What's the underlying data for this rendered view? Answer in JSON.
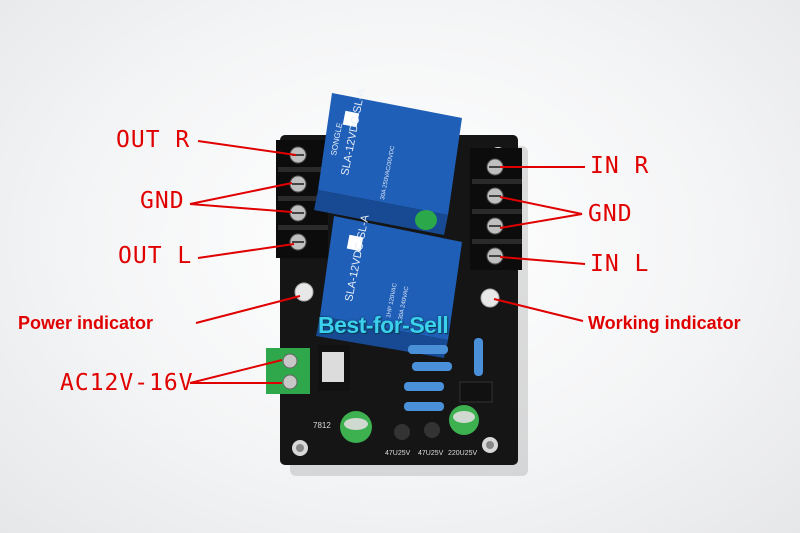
{
  "labels": {
    "out_r": "OUT R",
    "gnd_left": "GND",
    "out_l": "OUT L",
    "power_indicator": "Power indicator",
    "ac_input": "AC12V-16V",
    "in_r": "IN R",
    "gnd_right": "GND",
    "in_l": "IN L",
    "working_indicator": "Working indicator"
  },
  "watermark": "Best-for-Sell",
  "board_text": {
    "relay_brand": "SONGLE",
    "relay_model": "SLA-12VDC-SL-A",
    "relay_rating_1": "30A 250VAC/30VDC",
    "relay_rating_2": "1HP 120VAC",
    "relay_rating_3": "30A 240VAC",
    "regulator": "7812",
    "cap_1": "47U25V",
    "cap_2": "47U25V",
    "cap_3": "220U25V"
  },
  "colors": {
    "annotation": "#e00000",
    "watermark": "#3ad0ee",
    "relay": "#1f5fb8",
    "board": "#141414"
  }
}
